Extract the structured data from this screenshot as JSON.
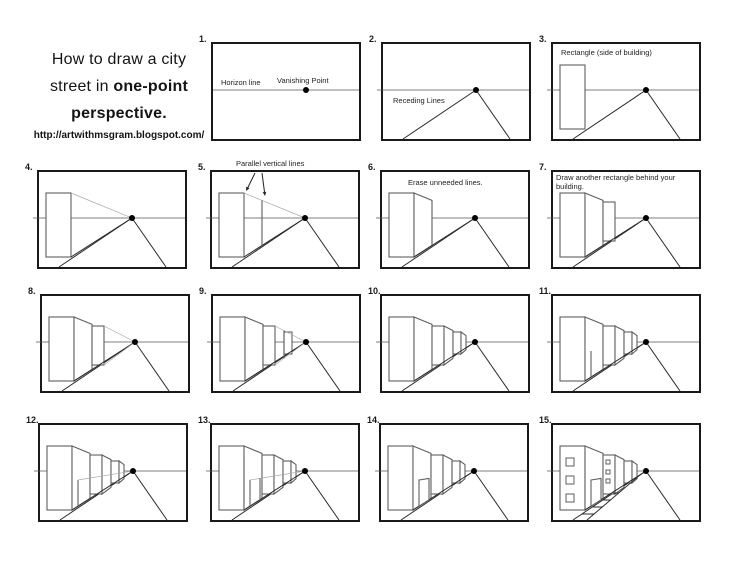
{
  "title": {
    "line1": "How to draw a city",
    "line2_regular": "street in ",
    "line2_bold": "one-point",
    "line3_bold": "perspective.",
    "url": "http://artwithmsgram.blogspot.com/"
  },
  "colors": {
    "ink": "#1a1a1a",
    "building_gray": "#5f5f5f",
    "guide_gray": "#a9a9a9",
    "background": "#ffffff"
  },
  "panels": [
    {
      "number": "1.",
      "labels": [
        "Horizon line",
        "Vanishing Point"
      ],
      "features": [
        "horizon-line",
        "vanishing-point"
      ]
    },
    {
      "number": "2.",
      "labels": [
        "Receding Lines"
      ],
      "features": [
        "horizon-line",
        "vanishing-point",
        "receding-lines"
      ]
    },
    {
      "number": "3.",
      "labels": [
        "Rectangle (side of building)"
      ],
      "features": [
        "horizon-line",
        "vanishing-point",
        "receding-lines",
        "building-1-front-rectangle"
      ]
    },
    {
      "number": "4.",
      "labels": [],
      "features": [
        "horizon-line",
        "vanishing-point",
        "receding-lines",
        "building-1-front-rectangle",
        "perspective-guide-lines"
      ]
    },
    {
      "number": "5.",
      "labels": [
        "Parallel vertical lines"
      ],
      "features": [
        "horizon-line",
        "vanishing-point",
        "receding-lines",
        "building-1-front-rectangle",
        "perspective-guide-lines",
        "parallel-vertical-line",
        "annotation-arrows"
      ]
    },
    {
      "number": "6.",
      "labels": [
        "Erase unneeded lines."
      ],
      "features": [
        "horizon-line",
        "vanishing-point",
        "receding-lines",
        "building-1-complete"
      ]
    },
    {
      "number": "7.",
      "labels": [
        "Draw another rectangle behind your building."
      ],
      "features": [
        "horizon-line",
        "vanishing-point",
        "receding-lines",
        "building-1-complete",
        "building-2-front-rectangle"
      ]
    },
    {
      "number": "8.",
      "labels": [],
      "features": [
        "horizon-line",
        "vanishing-point",
        "receding-lines",
        "building-1-complete",
        "building-2-front-rectangle",
        "perspective-guide-lines"
      ]
    },
    {
      "number": "9.",
      "labels": [],
      "features": [
        "horizon-line",
        "vanishing-point",
        "receding-lines",
        "building-1-complete",
        "building-2-side-edge",
        "building-3-front-rectangle",
        "perspective-guide-lines"
      ]
    },
    {
      "number": "10.",
      "labels": [],
      "features": [
        "horizon-line",
        "vanishing-point",
        "receding-lines",
        "building-1-complete",
        "building-2-complete",
        "building-3-complete"
      ]
    },
    {
      "number": "11.",
      "labels": [],
      "features": [
        "horizon-line",
        "vanishing-point",
        "receding-lines",
        "buildings-1-2-3",
        "door-left-edge"
      ]
    },
    {
      "number": "12.",
      "labels": [],
      "features": [
        "horizon-line",
        "vanishing-point",
        "receding-lines",
        "buildings-1-2-3",
        "door-left-edge",
        "door-perspective-guide"
      ]
    },
    {
      "number": "13.",
      "labels": [],
      "features": [
        "horizon-line",
        "vanishing-point",
        "receding-lines",
        "buildings-1-2-3",
        "door-left-edge",
        "door-right-edge",
        "door-perspective-guide"
      ]
    },
    {
      "number": "14.",
      "labels": [],
      "features": [
        "horizon-line",
        "vanishing-point",
        "receding-lines",
        "buildings-1-2-3",
        "door-complete"
      ]
    },
    {
      "number": "15.",
      "labels": [],
      "features": [
        "horizon-line",
        "vanishing-point",
        "receding-lines",
        "buildings-1-2-3",
        "door-complete",
        "windows-building-1",
        "windows-building-2",
        "sidewalk-crosswalk-lines"
      ]
    }
  ]
}
